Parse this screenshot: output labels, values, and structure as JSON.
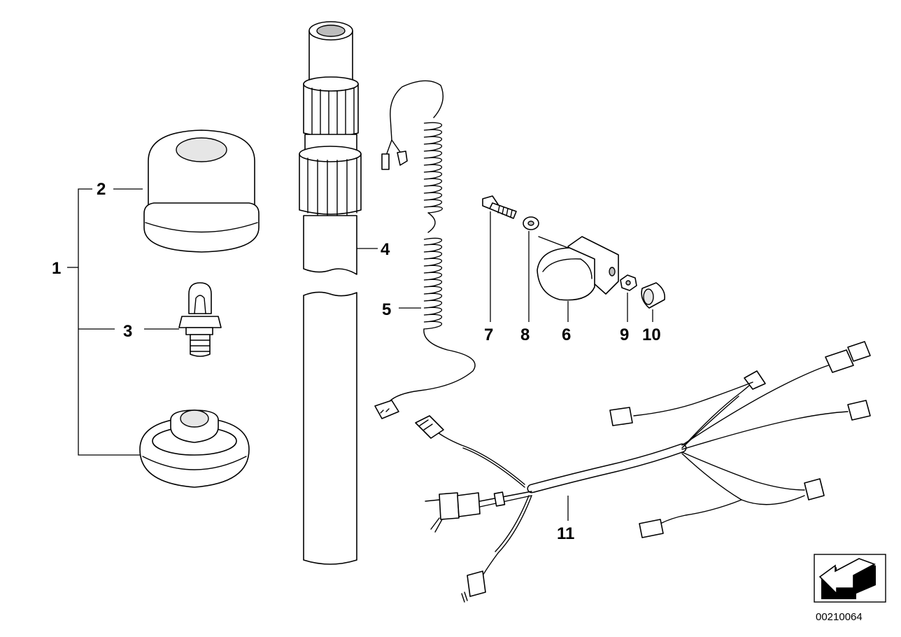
{
  "diagram": {
    "reference_number": "00210064",
    "callouts": [
      {
        "id": "1",
        "label": "1"
      },
      {
        "id": "2",
        "label": "2"
      },
      {
        "id": "3",
        "label": "3"
      },
      {
        "id": "4",
        "label": "4"
      },
      {
        "id": "5",
        "label": "5"
      },
      {
        "id": "6",
        "label": "6"
      },
      {
        "id": "7",
        "label": "7"
      },
      {
        "id": "8",
        "label": "8"
      },
      {
        "id": "9",
        "label": "9"
      },
      {
        "id": "10",
        "label": "10"
      },
      {
        "id": "11",
        "label": "11"
      }
    ],
    "icons": {
      "orientation": "arrow-icon"
    }
  }
}
